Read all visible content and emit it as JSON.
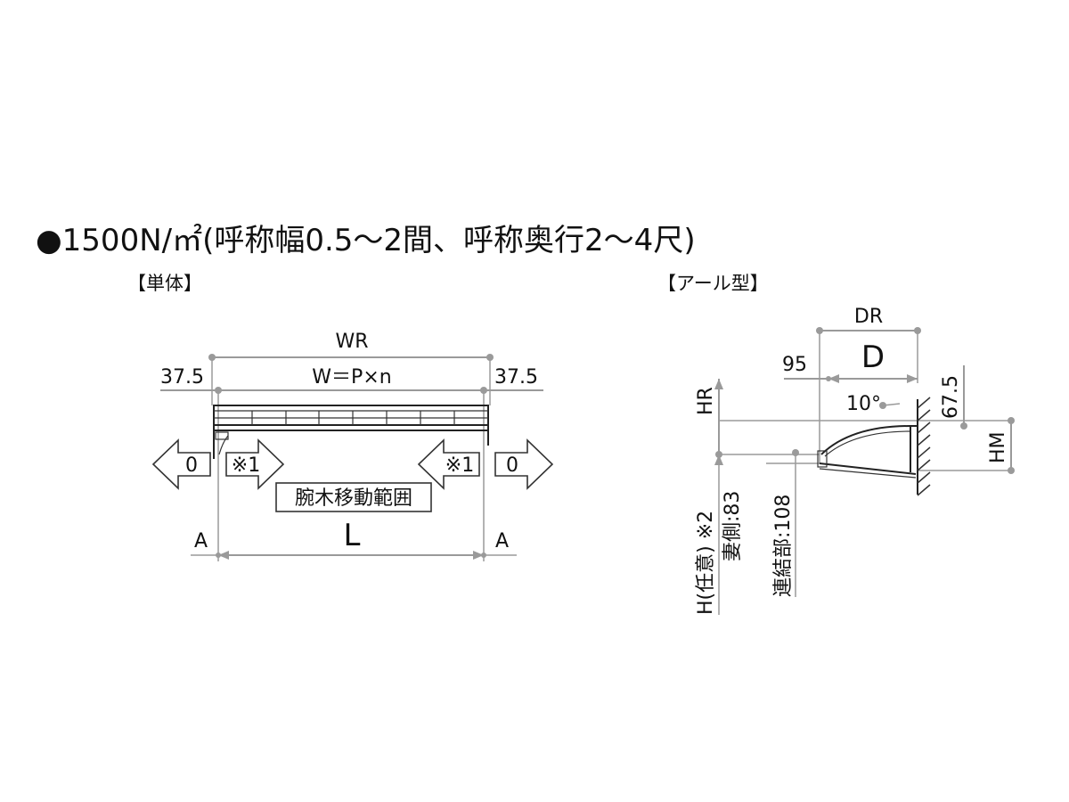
{
  "title": "●1500N/㎡(呼称幅0.5～2間、呼称奥行2～4尺)",
  "left_view": {
    "heading": "【単体】",
    "wr": "WR",
    "side_left": "37.5",
    "side_right": "37.5",
    "w_formula": "W＝P×n",
    "arrow_out_left": "0",
    "arrow_in_left": "※1",
    "arrow_in_right": "※1",
    "arrow_out_right": "0",
    "range_box": "腕木移動範囲",
    "a_left": "A",
    "a_right": "A",
    "length": "L"
  },
  "right_view": {
    "heading": "【アール型】",
    "dr": "DR",
    "d": "D",
    "offset_95": "95",
    "hr": "HR",
    "angle": "10°",
    "dim_67_5": "67.5",
    "hm": "HM",
    "h_optional": "H(任意) ※2",
    "gable_side": "妻側:83",
    "joint_part": "連結部:108"
  }
}
